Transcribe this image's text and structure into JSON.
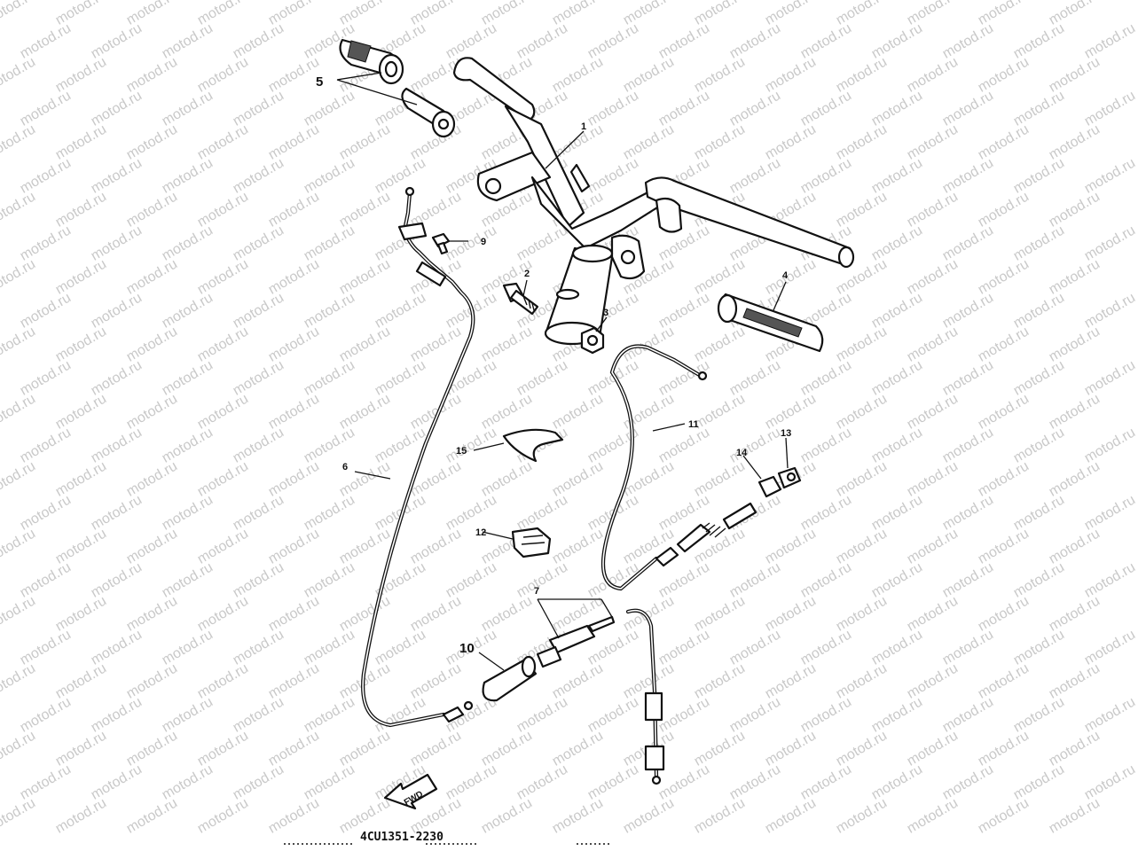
{
  "watermark": "motod.ru",
  "callouts": {
    "p1": "1",
    "p2": "2",
    "p3": "3",
    "p4": "4",
    "p5": "5",
    "p6": "6",
    "p7": "7",
    "p9": "9",
    "p10": "10",
    "p11": "11",
    "p12": "12",
    "p13": "13",
    "p14": "14",
    "p15": "15"
  },
  "fwd_label": "FWD",
  "diagram_code": "4CU1351-2230",
  "colors": {
    "ink": "#111111",
    "paper": "#ffffff",
    "watermark": "#c9c9c9"
  }
}
